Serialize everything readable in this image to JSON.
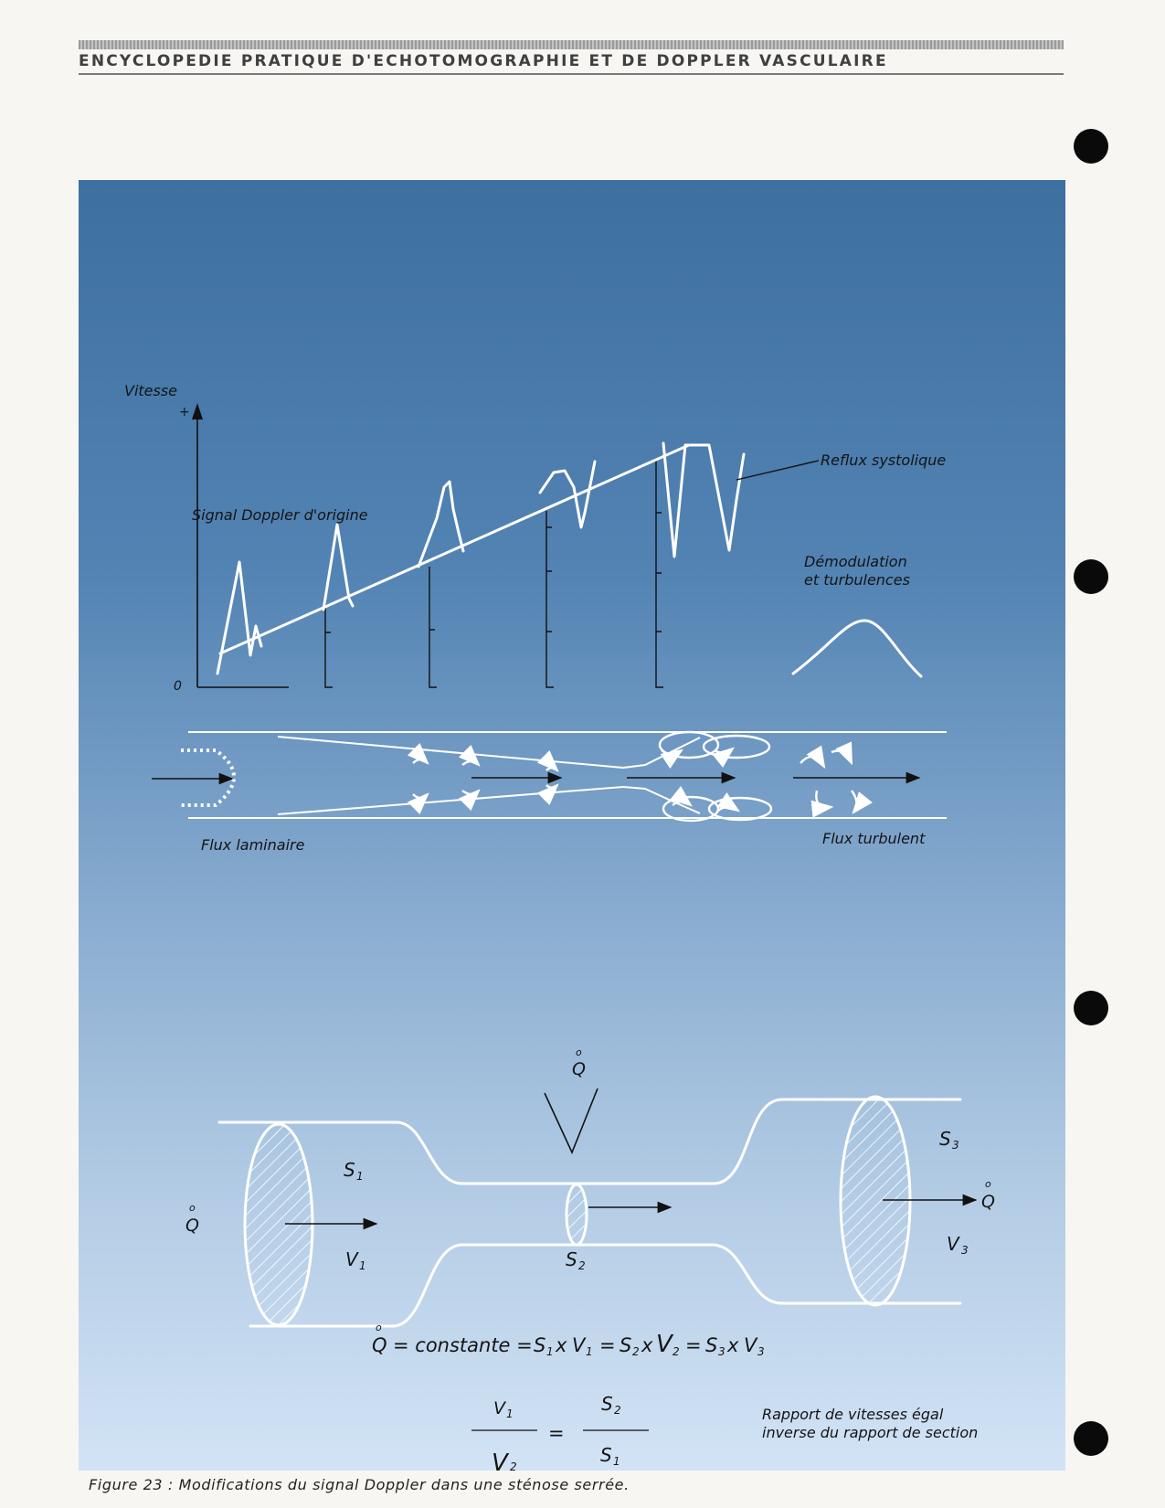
{
  "header": {
    "title": "ENCYCLOPEDIE PRATIQUE D'ECHOTOMOGRAPHIE ET DE DOPPLER VASCULAIRE"
  },
  "diagram_top": {
    "signal_label": "Signal Doppler d'origine",
    "reflux_label": "Reflux systolique",
    "vitesse_label": "Vitesse",
    "plus_label": "+",
    "zero_label": "0",
    "demodulation_line1": "Démodulation",
    "demodulation_line2": "et turbulences",
    "flux_laminaire_label": "Flux laminaire",
    "flux_turbulent_label": "Flux turbulent"
  },
  "diagram_bottom": {
    "q_symbol": "Q",
    "q_dot": "o",
    "s1": "S",
    "s1_sub": "1",
    "s2": "S",
    "s2_sub": "2",
    "s3": "S",
    "s3_sub": "3",
    "v1": "V",
    "v1_sub": "1",
    "v3": "V",
    "v3_sub": "3",
    "equation_q": "Q",
    "equation_text": "= constante =",
    "eq_s1": "S",
    "eq_1": "1",
    "eq_x": "x",
    "eq_v": "V",
    "eq_2": "2",
    "eq_3": "3",
    "eq_equals": "=",
    "ratio_num_left": "V",
    "ratio_num_left_sub": "1",
    "ratio_den_left": "V",
    "ratio_den_left_sub": "2",
    "ratio_equals": "=",
    "ratio_num_right": "S",
    "ratio_num_right_sub": "2",
    "ratio_den_right": "S",
    "ratio_den_right_sub": "1",
    "ratio_note_line1": "Rapport de vitesses égal",
    "ratio_note_line2": "inverse du rapport de section"
  },
  "caption": "Figure 23 : Modifications du signal Doppler dans une sténose serrée."
}
